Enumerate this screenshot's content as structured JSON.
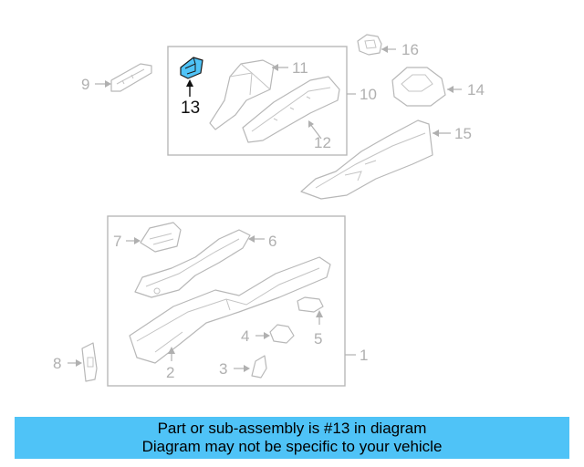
{
  "diagram": {
    "callouts": {
      "c1": "1",
      "c2": "2",
      "c3": "3",
      "c4": "4",
      "c5": "5",
      "c6": "6",
      "c7": "7",
      "c8": "8",
      "c9": "9",
      "c10": "10",
      "c11": "11",
      "c12": "12",
      "c13": "13",
      "c14": "14",
      "c15": "15",
      "c16": "16"
    },
    "highlighted_part": "13",
    "colors": {
      "highlight": "#4fc3f7",
      "line": "#b0b0b0",
      "active_line": "#111111"
    }
  },
  "banner": {
    "line1": "Part or sub-assembly is #13 in diagram",
    "line2": "Diagram may not be specific to your vehicle"
  }
}
